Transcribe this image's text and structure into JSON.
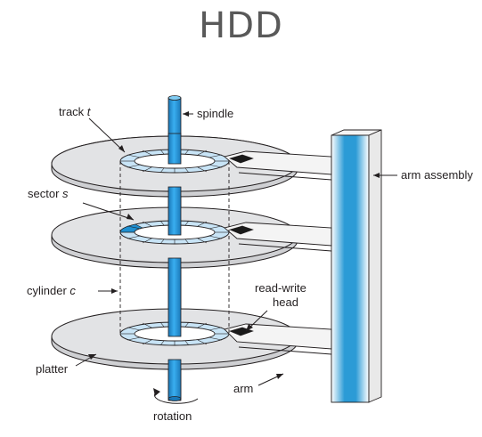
{
  "title": "HDD",
  "labels": {
    "spindle": "spindle",
    "track": "track",
    "track_var": "t",
    "sector": "sector",
    "sector_var": "s",
    "cylinder": "cylinder",
    "cylinder_var": "c",
    "arm_assembly": "arm assembly",
    "read_write_line1": "read-write",
    "read_write_line2": "head",
    "platter": "platter",
    "arm": "arm",
    "rotation": "rotation"
  },
  "colors": {
    "spindle_blue": "#2b9bd6",
    "track_fill": "#c8e4f6",
    "platter_fill": "#e2e3e5",
    "sector_highlight": "#1f8fd0",
    "head_black": "#1a1a1a",
    "line": "#231f20"
  }
}
